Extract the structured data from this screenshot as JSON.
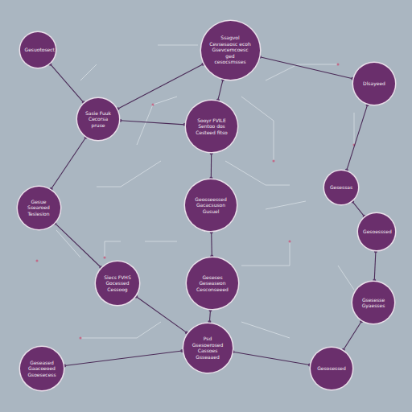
{
  "diagram": {
    "nodes": [
      {
        "text": [
          "Gesuotosect"
        ]
      },
      {
        "text": [
          "Ssagvol Cevsesaosc ecoh Gsevcemcoesc ged cesocsmsses"
        ]
      },
      {
        "text": [
          "Dlsayeed"
        ]
      },
      {
        "text": [
          "Sasie Fuuk Cecorsa pruse"
        ]
      },
      {
        "text": [
          "Sooyr FVILE Sentoo dos Cesteed fitso"
        ]
      },
      {
        "text": [
          "Gesue Ssearoed Tesiesion"
        ]
      },
      {
        "text": [
          "Geosseessed Gacacsuson Gusuel"
        ]
      },
      {
        "text": [
          "Gesessas"
        ]
      },
      {
        "text": [
          "Gesoesssed"
        ]
      },
      {
        "text": [
          "Siecs FVHS Gocessed Cessoog"
        ]
      },
      {
        "text": [
          "Geseses Geseaseon Cesconseeed"
        ]
      },
      {
        "text": [
          "Gsesesse Gyaesses"
        ]
      },
      {
        "text": [
          "Psd Gsesoerosed Cassoes Gsseaaed"
        ]
      },
      {
        "text": [
          "Geseased Gaacoeoed Gsoesecess"
        ]
      },
      {
        "text": [
          "Gesosessed"
        ]
      }
    ],
    "edges": [
      {
        "from": 0,
        "to": 3,
        "arrow": "none"
      },
      {
        "from": 3,
        "to": 1,
        "arrow": "none"
      },
      {
        "from": 1,
        "to": 2,
        "arrow": "none"
      },
      {
        "from": 1,
        "to": 4,
        "arrow": "none"
      },
      {
        "from": 3,
        "to": 4,
        "arrow": "none"
      },
      {
        "from": 2,
        "to": 7,
        "arrow": "none"
      },
      {
        "from": 7,
        "to": 8,
        "arrow": "none"
      },
      {
        "from": 8,
        "to": 11,
        "arrow": "none"
      },
      {
        "from": 11,
        "to": 14,
        "arrow": "none"
      },
      {
        "from": 3,
        "to": 5,
        "arrow": "none"
      },
      {
        "from": 5,
        "to": 9,
        "arrow": "none"
      },
      {
        "from": 9,
        "to": 12,
        "arrow": "none"
      },
      {
        "from": 13,
        "to": 12,
        "arrow": "none"
      },
      {
        "from": 12,
        "to": 14,
        "arrow": "none"
      },
      {
        "from": 4,
        "to": 6,
        "arrow": "none"
      },
      {
        "from": 6,
        "to": 10,
        "arrow": "none"
      },
      {
        "from": 10,
        "to": 12,
        "arrow": "none"
      }
    ]
  }
}
